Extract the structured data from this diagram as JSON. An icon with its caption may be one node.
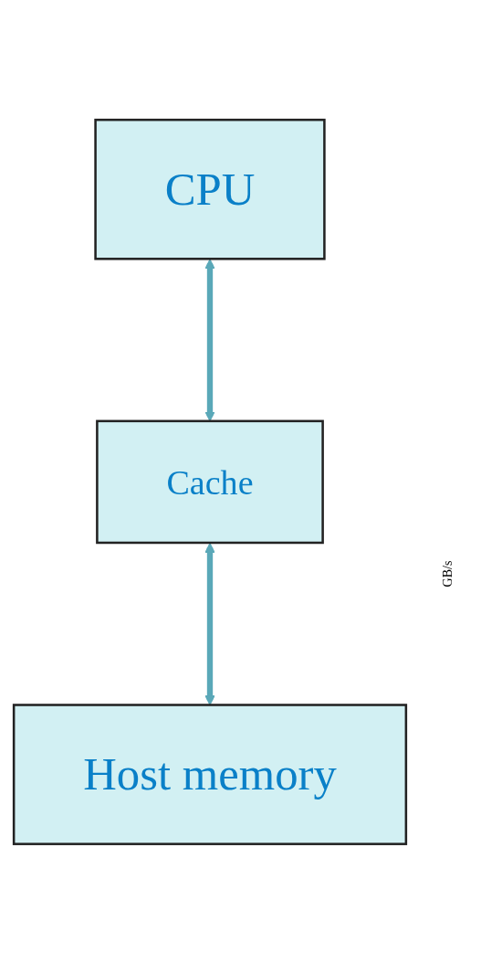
{
  "diagram": {
    "nodes": [
      {
        "text": [
          "CPU"
        ]
      },
      {
        "text": [
          "Cache"
        ]
      },
      {
        "text": [
          "Host memory"
        ]
      }
    ],
    "edges": [
      {
        "from": 0,
        "to": 1,
        "arrow": "both"
      },
      {
        "from": 1,
        "to": 2,
        "arrow": "both"
      }
    ],
    "labels": [
      "GB/s"
    ]
  }
}
